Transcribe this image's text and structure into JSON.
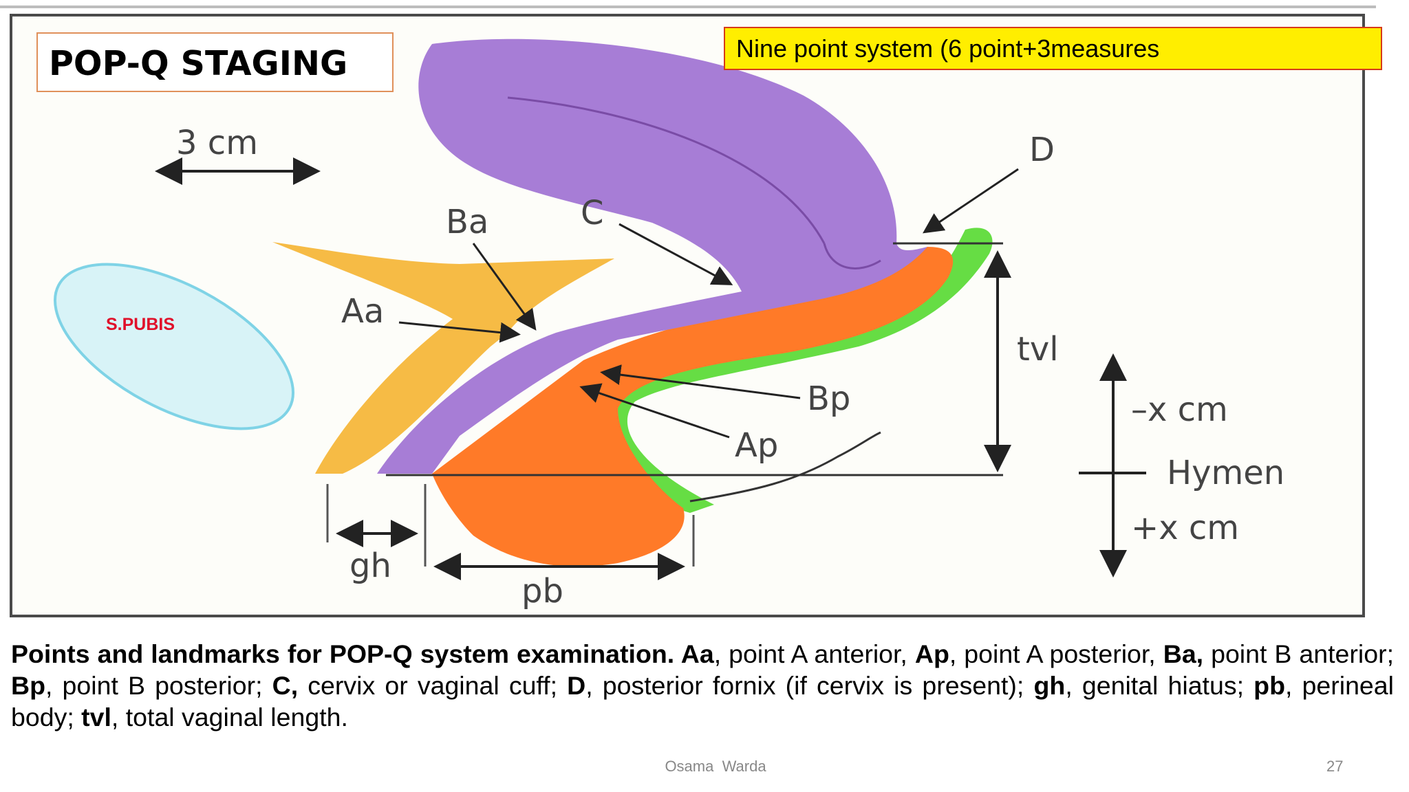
{
  "slide": {
    "title": "POP-Q STAGING",
    "subtitle_box": "Nine point system (6 point+3measures",
    "author": "Osama  Warda",
    "page_number": "27"
  },
  "diagram": {
    "labels": {
      "scale": "3 cm",
      "pubis": "S.PUBIS",
      "ba": "Ba",
      "aa": "Aa",
      "c": "C",
      "d": "D",
      "bp": "Bp",
      "ap": "Ap",
      "tvl": "tvl",
      "gh": "gh",
      "pb": "pb",
      "minus_cm": "–x cm",
      "hymen": "Hymen",
      "plus_cm": "+x cm"
    },
    "colors": {
      "uterus": "#a77dd6",
      "bone": "#f6bb45",
      "posterior_wall": "#ff7a28",
      "rectum": "#66dd44",
      "pubis": "#d8f3f7",
      "pubis_label": "#e0102a"
    }
  },
  "caption": {
    "p1_bold": "Points and landmarks for POP-Q system examination. Aa",
    "p1": ", point A anterior, ",
    "p2_bold": "Ap",
    "p2": ", point A posterior, ",
    "p3_bold": "Ba,",
    "p3": " point B anterior; ",
    "p4_bold": "Bp",
    "p4": ", point B posterior; ",
    "p5_bold": "C,",
    "p5": " cervix or vaginal cuff; ",
    "p6_bold": "D",
    "p6": ", posterior fornix (if cervix is present); ",
    "p7_bold": "gh",
    "p7": ", genital hiatus; ",
    "p8_bold": "pb",
    "p8": ", perineal body; ",
    "p9_bold": "tvl",
    "p9": ", total vaginal length."
  }
}
